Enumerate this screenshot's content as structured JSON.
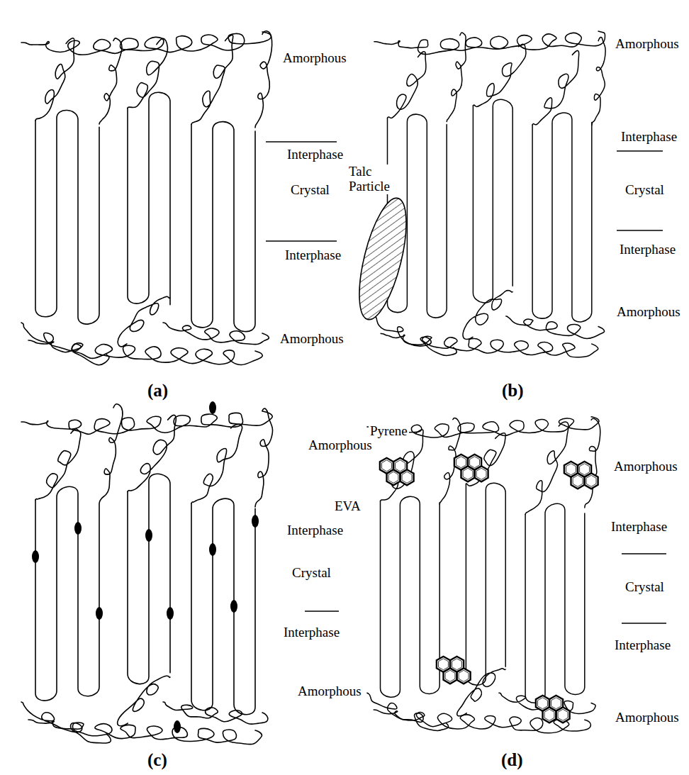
{
  "diagram": {
    "labels": [
      "Amorphous",
      "Interphase",
      "Crystal",
      "Interphase",
      "Amorphous",
      "(a)",
      "Amorphous",
      "Talc Particle",
      "Interphase",
      "Crystal",
      "Interphase",
      "Amorphous",
      "(b)",
      "Amorphous",
      "EVA",
      "Interphase",
      "Crystal",
      "Interphase",
      "Amorphous",
      "(c)",
      "Pyrene",
      "Amorphous",
      "Interphase",
      "Crystal",
      "Interphase",
      "Amorphous",
      "(d)"
    ]
  }
}
